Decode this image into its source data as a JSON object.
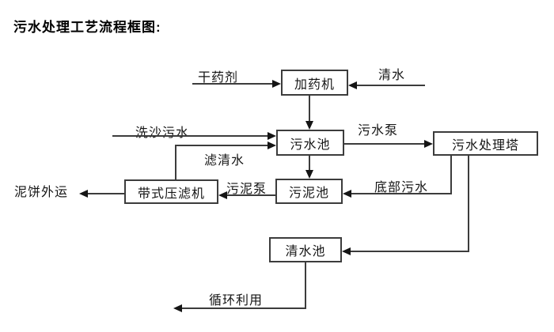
{
  "title": "污水处理工艺流程框图:",
  "nodes": [
    {
      "id": "dosing-machine",
      "label": "加药机"
    },
    {
      "id": "sewage-pool",
      "label": "污水池"
    },
    {
      "id": "treatment-tower",
      "label": "污水处理塔"
    },
    {
      "id": "belt-filter-press",
      "label": "带式压滤机"
    },
    {
      "id": "sludge-pool",
      "label": "污泥池"
    },
    {
      "id": "clean-water-pool",
      "label": "清水池"
    }
  ],
  "edges": [
    {
      "id": "dry-chemical",
      "label": "干药剂",
      "from": "external",
      "to": "dosing-machine"
    },
    {
      "id": "clean-water-in",
      "label": "清水",
      "from": "external",
      "to": "dosing-machine"
    },
    {
      "id": "sand-washing-sewage",
      "label": "洗沙污水",
      "from": "external",
      "to": "sewage-pool"
    },
    {
      "id": "sewage-pump",
      "label": "污水泵",
      "from": "sewage-pool",
      "to": "treatment-tower"
    },
    {
      "id": "filtered-water",
      "label": "滤清水",
      "from": "belt-filter-press",
      "to": "sewage-pool"
    },
    {
      "id": "sludge-pump",
      "label": "污泥泵",
      "from": "sludge-pool",
      "to": "belt-filter-press"
    },
    {
      "id": "bottom-sewage",
      "label": "底部污水",
      "from": "treatment-tower",
      "to": "sludge-pool"
    },
    {
      "id": "mud-cake-out",
      "label": "泥饼外运",
      "from": "belt-filter-press",
      "to": "external"
    },
    {
      "id": "recycle",
      "label": "循环利用",
      "from": "clean-water-pool",
      "to": "external"
    },
    {
      "id": "dosing-to-sewage",
      "label": "",
      "from": "dosing-machine",
      "to": "sewage-pool"
    },
    {
      "id": "sewage-to-sludge",
      "label": "",
      "from": "sewage-pool",
      "to": "sludge-pool"
    },
    {
      "id": "tower-to-clean",
      "label": "",
      "from": "treatment-tower",
      "to": "clean-water-pool"
    }
  ],
  "colors": {
    "line": "#3c3c3c",
    "text": "#151515",
    "background": "#ffffff"
  }
}
